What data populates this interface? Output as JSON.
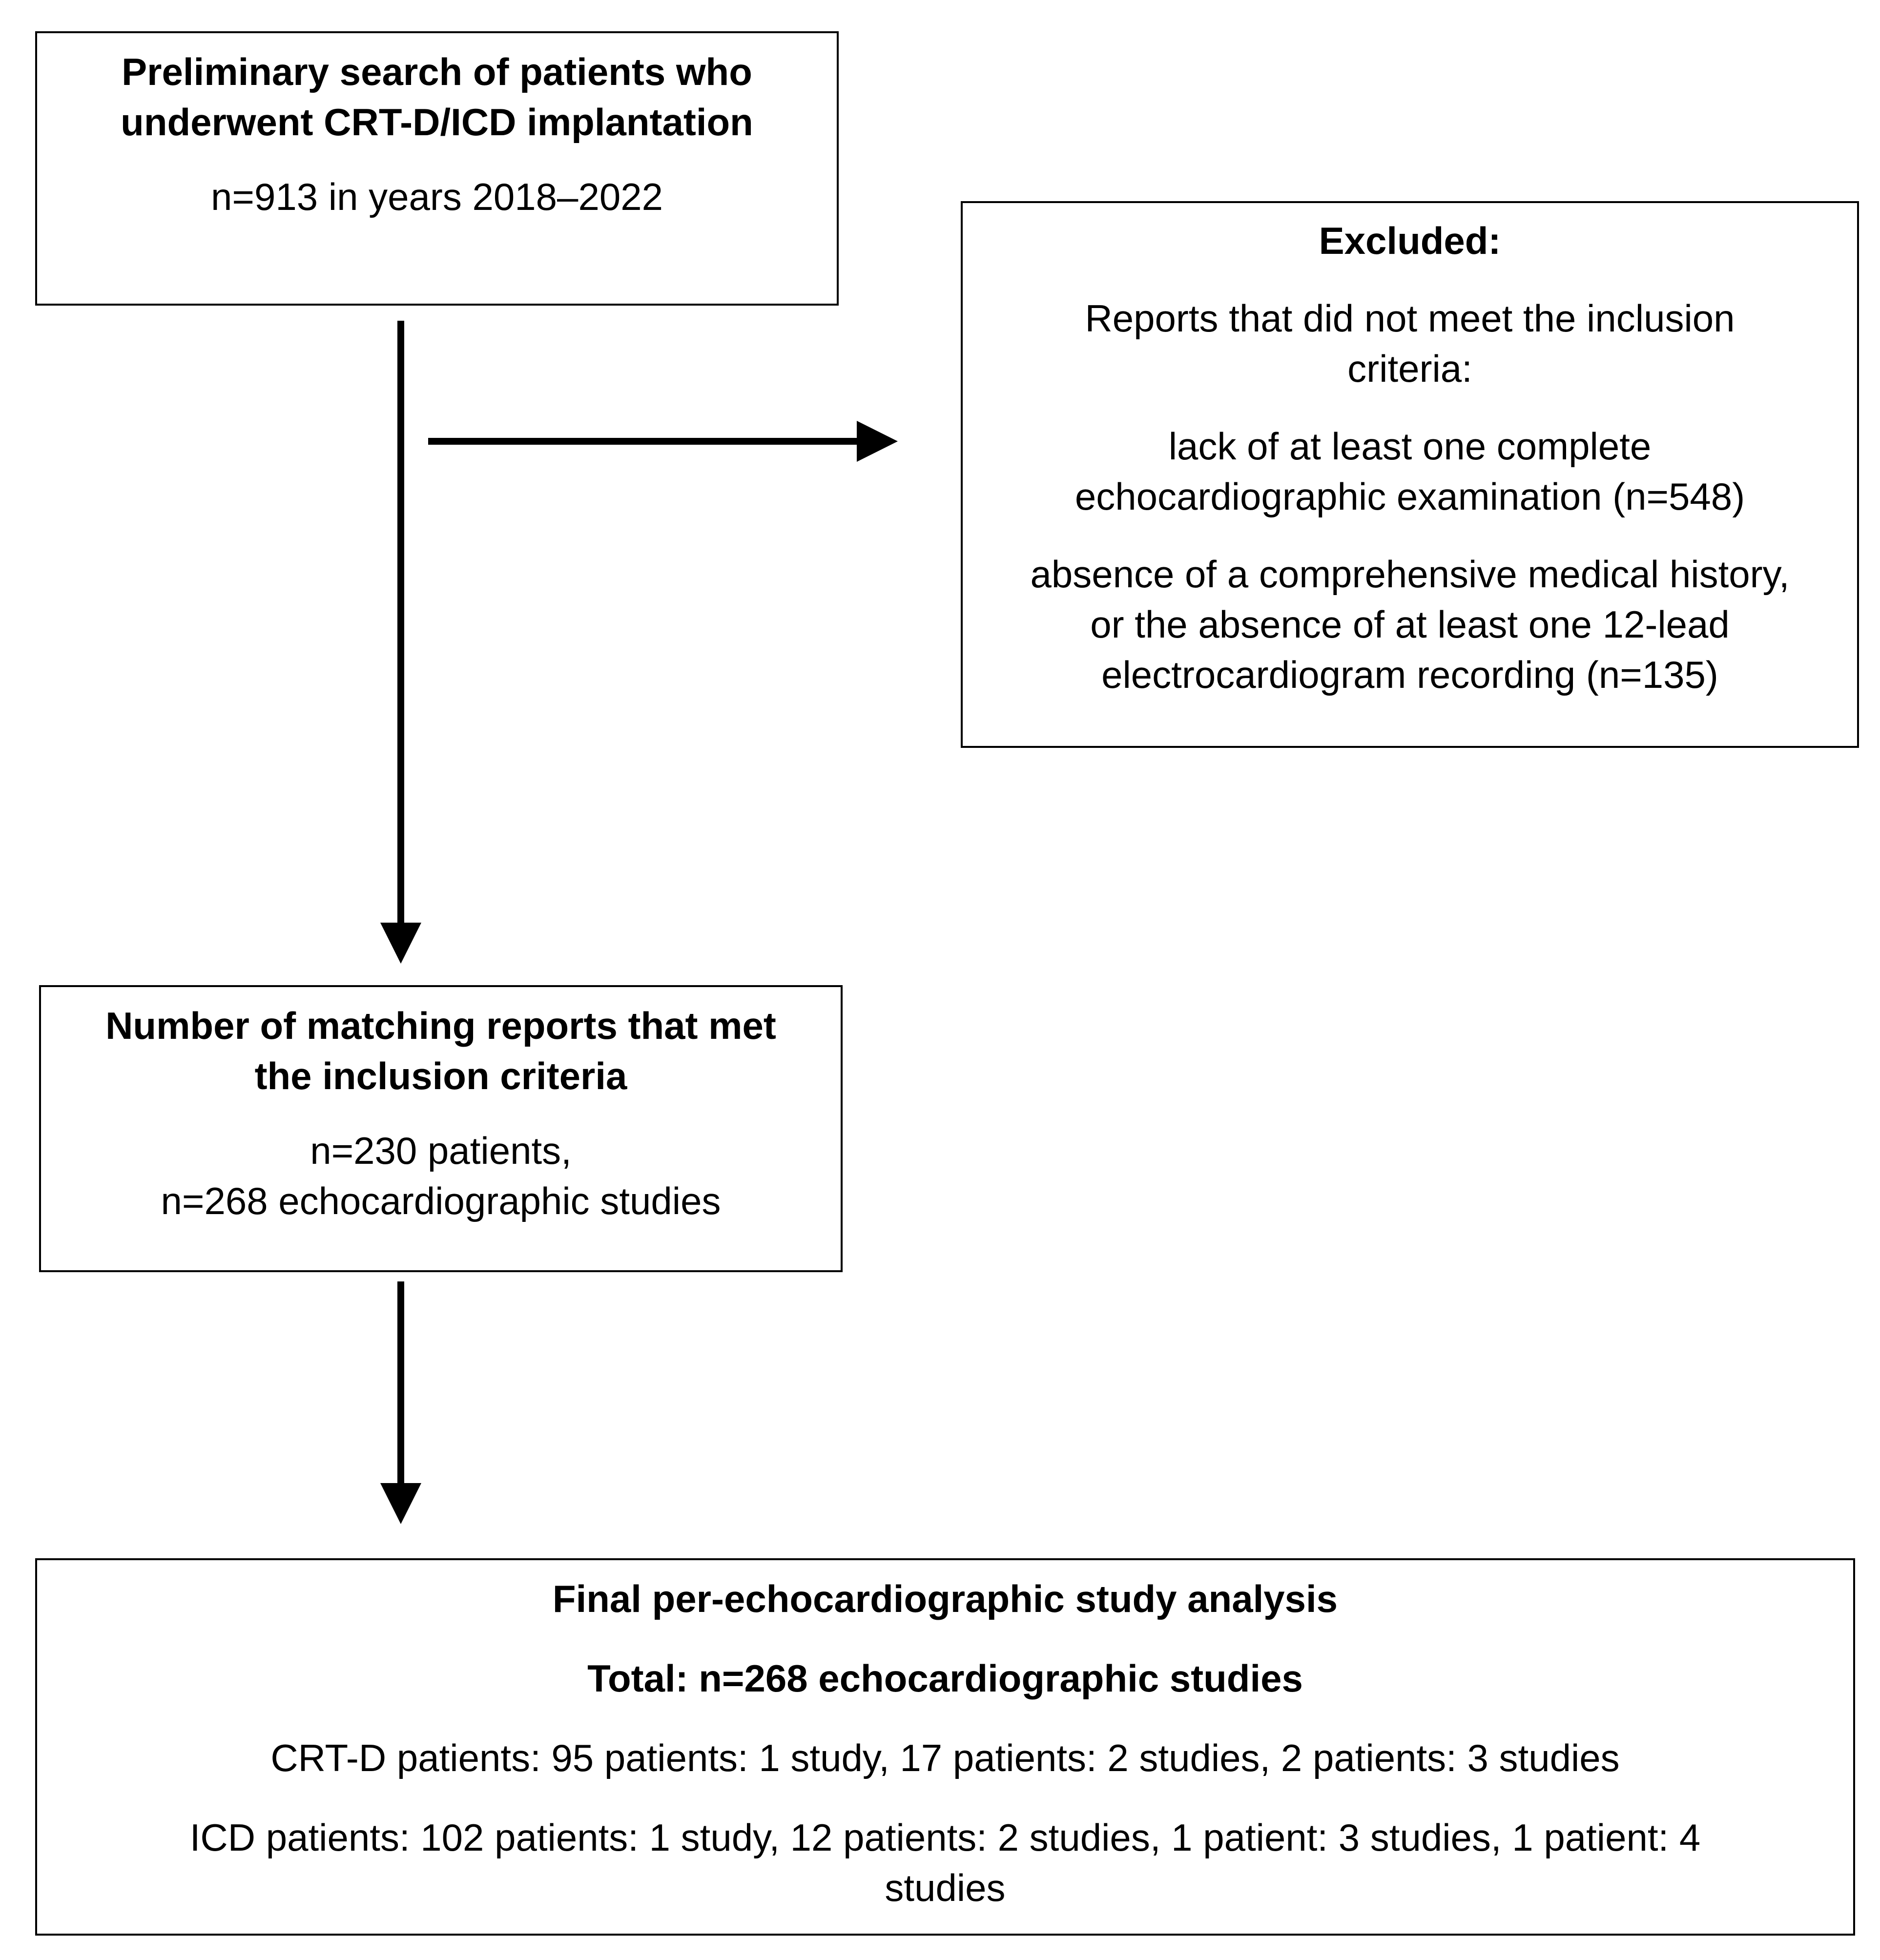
{
  "boxes": {
    "search": {
      "title_line1": "Preliminary search of patients who",
      "title_line2": "underwent CRT-D/ICD implantation",
      "count": "n=913 in years 2018–2022"
    },
    "excluded": {
      "title": "Excluded:",
      "reason_line1": "Reports that did not meet the inclusion",
      "reason_line2": "criteria:",
      "item1_line1": "lack of at least one complete",
      "item1_line2": "echocardiographic examination (n=548)",
      "item2_line1": "absence of a comprehensive medical history,",
      "item2_line2": "or the absence of at least one 12-lead",
      "item2_line3": "electrocardiogram recording (n=135)"
    },
    "included": {
      "title_line1": "Number of matching reports that met",
      "title_line2": "the inclusion criteria",
      "count_line1": "n=230 patients,",
      "count_line2": "n=268 echocardiographic studies"
    },
    "final": {
      "title": "Final per-echocardiographic study analysis",
      "total": "Total: n=268 echocardiographic studies",
      "crtd": "CRT-D patients: 95 patients: 1 study, 17 patients: 2 studies, 2 patients: 3 studies",
      "icd_line1": "ICD patients: 102 patients: 1 study, 12 patients: 2 studies, 1 patient: 3 studies, 1 patient: 4",
      "icd_line2": "studies"
    }
  },
  "colors": {
    "line": "#000000",
    "background": "#ffffff"
  }
}
